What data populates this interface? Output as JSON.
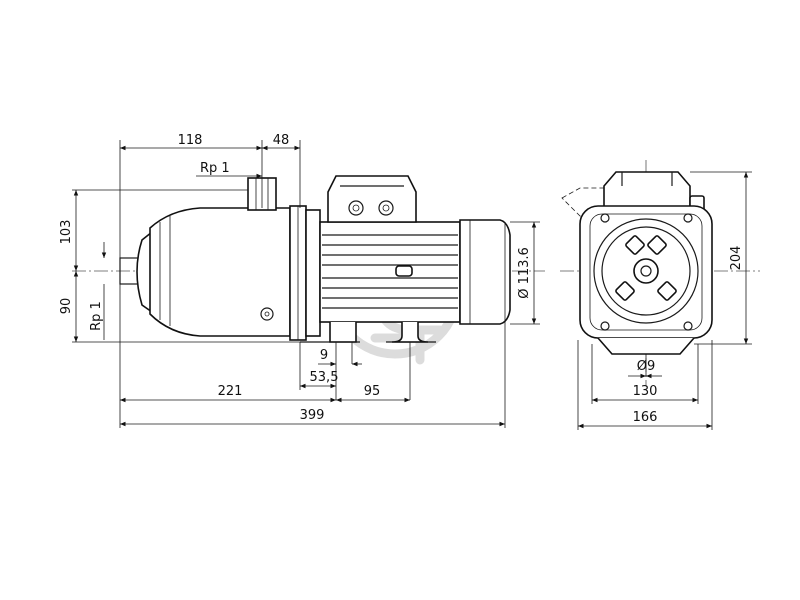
{
  "drawing": {
    "watermark_icon": "pump-logo-icon",
    "side_view": {
      "dim_118": "118",
      "dim_48": "48",
      "rp_top": "Rp 1",
      "dim_103": "103",
      "dim_90": "90",
      "rp_left": "Rp 1",
      "dim_9": "9",
      "dim_53_5": "53,5",
      "dim_221": "221",
      "dim_95": "95",
      "dim_399": "399",
      "dim_113_6": "Ø 113.6"
    },
    "front_view": {
      "dim_204": "204",
      "dim_hole": "Ø9",
      "dim_130": "130",
      "dim_166": "166"
    }
  }
}
